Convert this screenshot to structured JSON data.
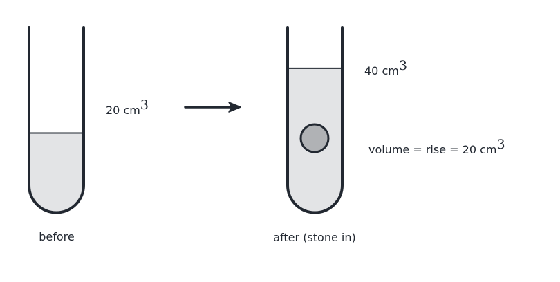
{
  "colors": {
    "outline": "#222831",
    "liquid": "#e3e4e6",
    "stone": "#b0b2b5",
    "background": "#ffffff"
  },
  "before": {
    "caption": "before",
    "volume_value": "20 cm",
    "volume_exponent": "3",
    "fill_level": 0.43
  },
  "after": {
    "caption": "after (stone in)",
    "volume_value": "40 cm",
    "volume_exponent": "3",
    "fill_level": 0.78,
    "rise_text": "volume = rise = 20 cm",
    "rise_exponent": "3"
  }
}
